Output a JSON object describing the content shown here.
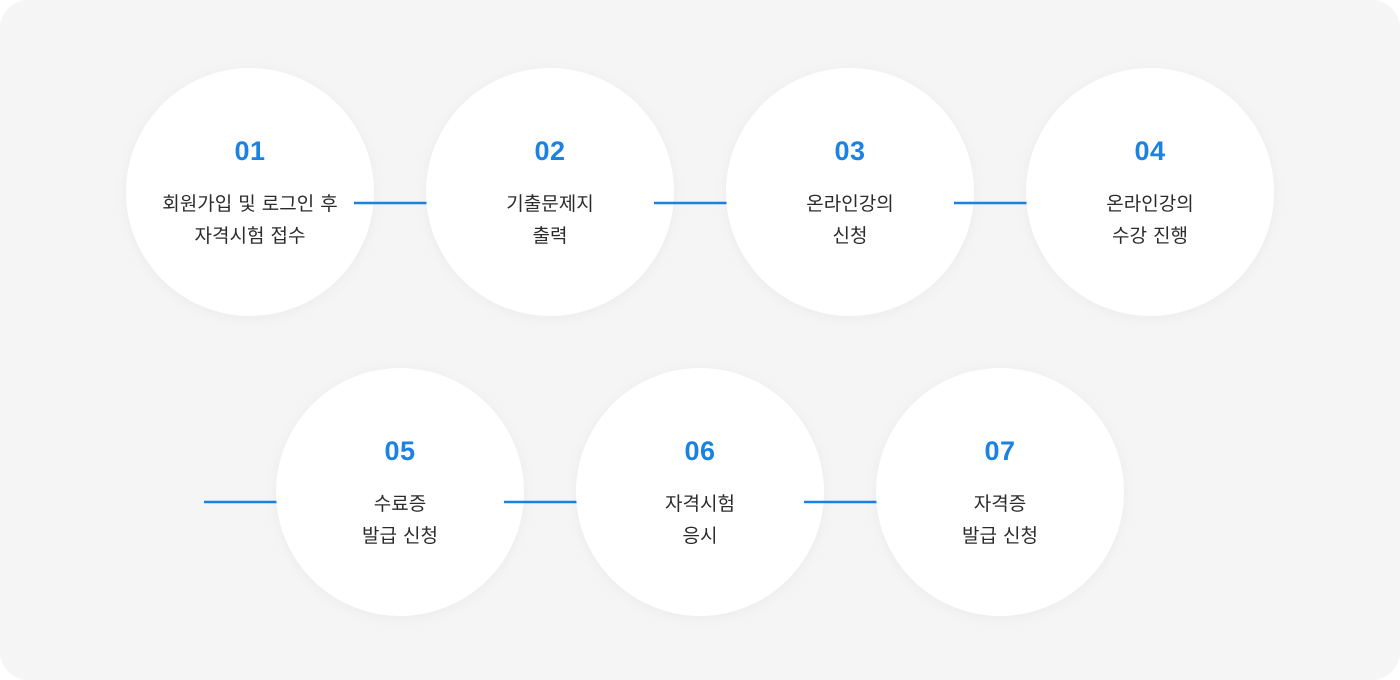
{
  "accent_color": "#1a82e2",
  "steps": [
    {
      "num": "01",
      "line1": "회원가입 및 로그인 후",
      "line2": "자격시험 접수"
    },
    {
      "num": "02",
      "line1": "기출문제지",
      "line2": "출력"
    },
    {
      "num": "03",
      "line1": "온라인강의",
      "line2": "신청"
    },
    {
      "num": "04",
      "line1": "온라인강의",
      "line2": "수강 진행"
    },
    {
      "num": "05",
      "line1": "수료증",
      "line2": "발급 신청"
    },
    {
      "num": "06",
      "line1": "자격시험",
      "line2": "응시"
    },
    {
      "num": "07",
      "line1": "자격증",
      "line2": "발급 신청"
    }
  ]
}
